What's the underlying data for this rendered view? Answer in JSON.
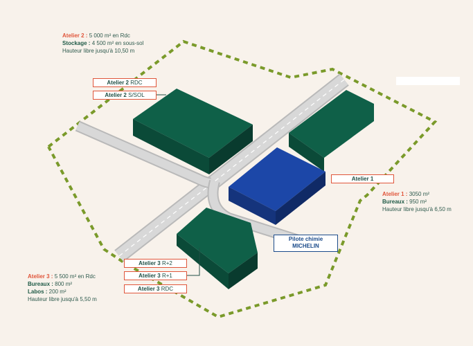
{
  "atelier2_info": {
    "title": "Atelier 2 :",
    "title_rest": " 5 000 m² en Rdc",
    "stock": "Stockage :",
    "stock_rest": " 4 500 m² en sous-sol",
    "height": "Hauteur libre jusqu'à 10,50 m"
  },
  "atelier1_info": {
    "title": "Atelier 1 :",
    "title_rest": " 3050 m²",
    "bureaux": "Bureaux :",
    "bureaux_rest": " 950 m²",
    "height": "Hauteur libre jusqu'à 6,50 m"
  },
  "atelier3_info": {
    "title": "Atelier 3 :",
    "title_rest": " 5 500 m² en Rdc",
    "bureaux": "Bureaux :",
    "bureaux_rest": " 800 m²",
    "labos": "Labos :",
    "labos_rest": " 200 m²",
    "height": "Hauteur libre jusqu'à 5,50 m"
  },
  "tags": {
    "a2_rdc": {
      "b": "Atelier 2",
      "t": " RDC"
    },
    "a2_ssol": {
      "b": "Atelier 2",
      "t": " S/SOL"
    },
    "a1": {
      "b": "Atelier 1",
      "t": ""
    },
    "a3_r2": {
      "b": "Atelier 3",
      "t": " R+2"
    },
    "a3_r1": {
      "b": "Atelier 3",
      "t": " R+1"
    },
    "a3_rdc": {
      "b": "Atelier 3",
      "t": " RDC"
    },
    "pilote_1": "Pilote chimie",
    "pilote_2": "MICHELIN"
  },
  "colors": {
    "building": "#0d5a45",
    "building_dark": "#0a3f31",
    "blue": "#1c47a8",
    "boundary": "#7a9a2a",
    "accent": "#e0553a"
  }
}
